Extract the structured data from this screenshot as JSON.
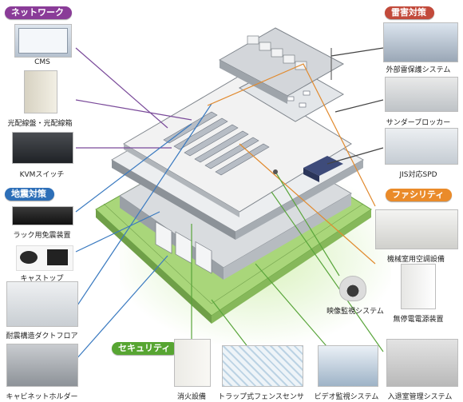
{
  "categories": {
    "network": "ネットワーク",
    "lightning": "雷害対策",
    "earthquake": "地震対策",
    "facility": "ファシリティ",
    "security": "セキュリティ"
  },
  "colors": {
    "network": "#8a3c98",
    "lightning": "#c24a3b",
    "earthquake": "#2d6fb8",
    "facility": "#ea8b2a",
    "security": "#57a532",
    "network_line": "#7a4a9a",
    "earth_line": "#3a7ac0",
    "facility_line": "#e18a2e",
    "security_line": "#59a53b",
    "lightning_line": "#444444"
  },
  "labels": {
    "cms": "CMS",
    "fiber_panel": "光配線盤・光配線箱",
    "kvm": "KVMスイッチ",
    "rack_isolation": "ラック用免震装置",
    "cast_top": "キャストップ",
    "duct_floor": "耐震構造ダクトフロア",
    "cabinet_holder": "キャビネットホルダー",
    "external_lightning": "外部雷保護システム",
    "surge_blocker": "サンダーブロッカー",
    "jis_spd": "JIS対応SPD",
    "air_conditioning": "機械室用空調設備",
    "ups": "無停電電源装置",
    "camera": "映像監視システム",
    "fire": "消火設備",
    "fence_sensor": "トラップ式フェンスセンサ",
    "video_monitor": "ビデオ監視システム",
    "access_control": "入退室管理システム"
  }
}
